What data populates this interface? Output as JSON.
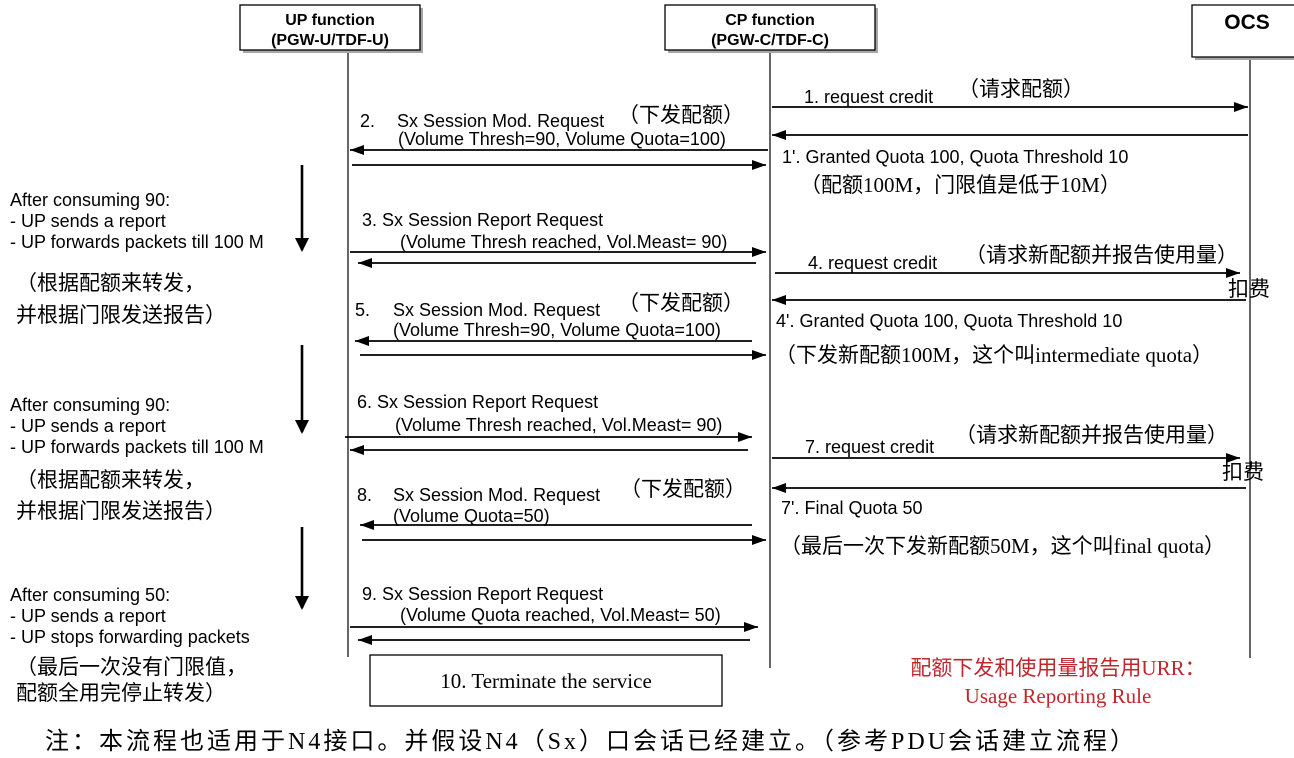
{
  "colors": {
    "charge": "#d00000",
    "legend": "#c0272d"
  },
  "participants": {
    "up": {
      "name": "UP function",
      "detail": "(PGW-U/TDF-U)"
    },
    "cp": {
      "name": "CP function",
      "detail": "(PGW-C/TDF-C)"
    },
    "ocs": {
      "name": "OCS"
    }
  },
  "messages": {
    "m1": {
      "label": "1. request credit",
      "note": "（请求配额）"
    },
    "m1r": {
      "label": "1'. Granted Quota 100, Quota Threshold 10",
      "note": "（配额100M，门限值是低于10M）"
    },
    "m2": {
      "number": "2.",
      "label": "Sx Session Mod. Request",
      "note": "（下发配额）",
      "params": "(Volume Thresh=90, Volume Quota=100)"
    },
    "m3": {
      "label": "3. Sx Session Report Request",
      "params": "(Volume Thresh reached, Vol.Meast= 90)"
    },
    "m4": {
      "label": "4. request credit",
      "note": "（请求新配额并报告使用量）",
      "charge": "扣费"
    },
    "m4r": {
      "label": "4'. Granted Quota 100, Quota Threshold 10",
      "note": "（下发新配额100M，这个叫intermediate quota）"
    },
    "m5": {
      "number": "5.",
      "label": "Sx Session Mod. Request",
      "note": "（下发配额）",
      "params": "(Volume Thresh=90, Volume Quota=100)"
    },
    "m6": {
      "label": "6. Sx Session Report Request",
      "params": "(Volume Thresh reached, Vol.Meast= 90)"
    },
    "m7": {
      "label": "7. request credit",
      "note": "（请求新配额并报告使用量）",
      "charge": "扣费"
    },
    "m7r": {
      "label": "7'. Final Quota 50",
      "note": "（最后一次下发新配额50M，这个叫final quota）"
    },
    "m8": {
      "number": "8.",
      "label": "Sx Session Mod. Request",
      "note": "（下发配额）",
      "params": "(Volume Quota=50)"
    },
    "m9": {
      "label": "9. Sx Session Report Request",
      "params": "(Volume Quota reached, Vol.Meast= 50)"
    },
    "m10": {
      "label": "10. Terminate the service"
    }
  },
  "phases": {
    "p1": {
      "lines": [
        "After consuming 90:",
        "- UP sends a report",
        "- UP forwards packets till 100 M"
      ],
      "notes": [
        "（根据配额来转发，",
        "并根据门限发送报告）"
      ]
    },
    "p2": {
      "lines": [
        "After consuming 90:",
        "- UP sends a report",
        "- UP forwards packets till 100 M"
      ],
      "notes": [
        "（根据配额来转发，",
        "并根据门限发送报告）"
      ]
    },
    "p3": {
      "lines": [
        "After consuming 50:",
        "- UP sends a report",
        "- UP stops forwarding packets"
      ],
      "notes": [
        "（最后一次没有门限值，",
        "配额全用完停止转发）"
      ]
    }
  },
  "legend": {
    "line1": "配额下发和使用量报告用URR：",
    "line2": "Usage Reporting Rule"
  },
  "footnote": "注：本流程也适用于N4接口。并假设N4（Sx）口会话已经建立。（参考PDU会话建立流程）"
}
